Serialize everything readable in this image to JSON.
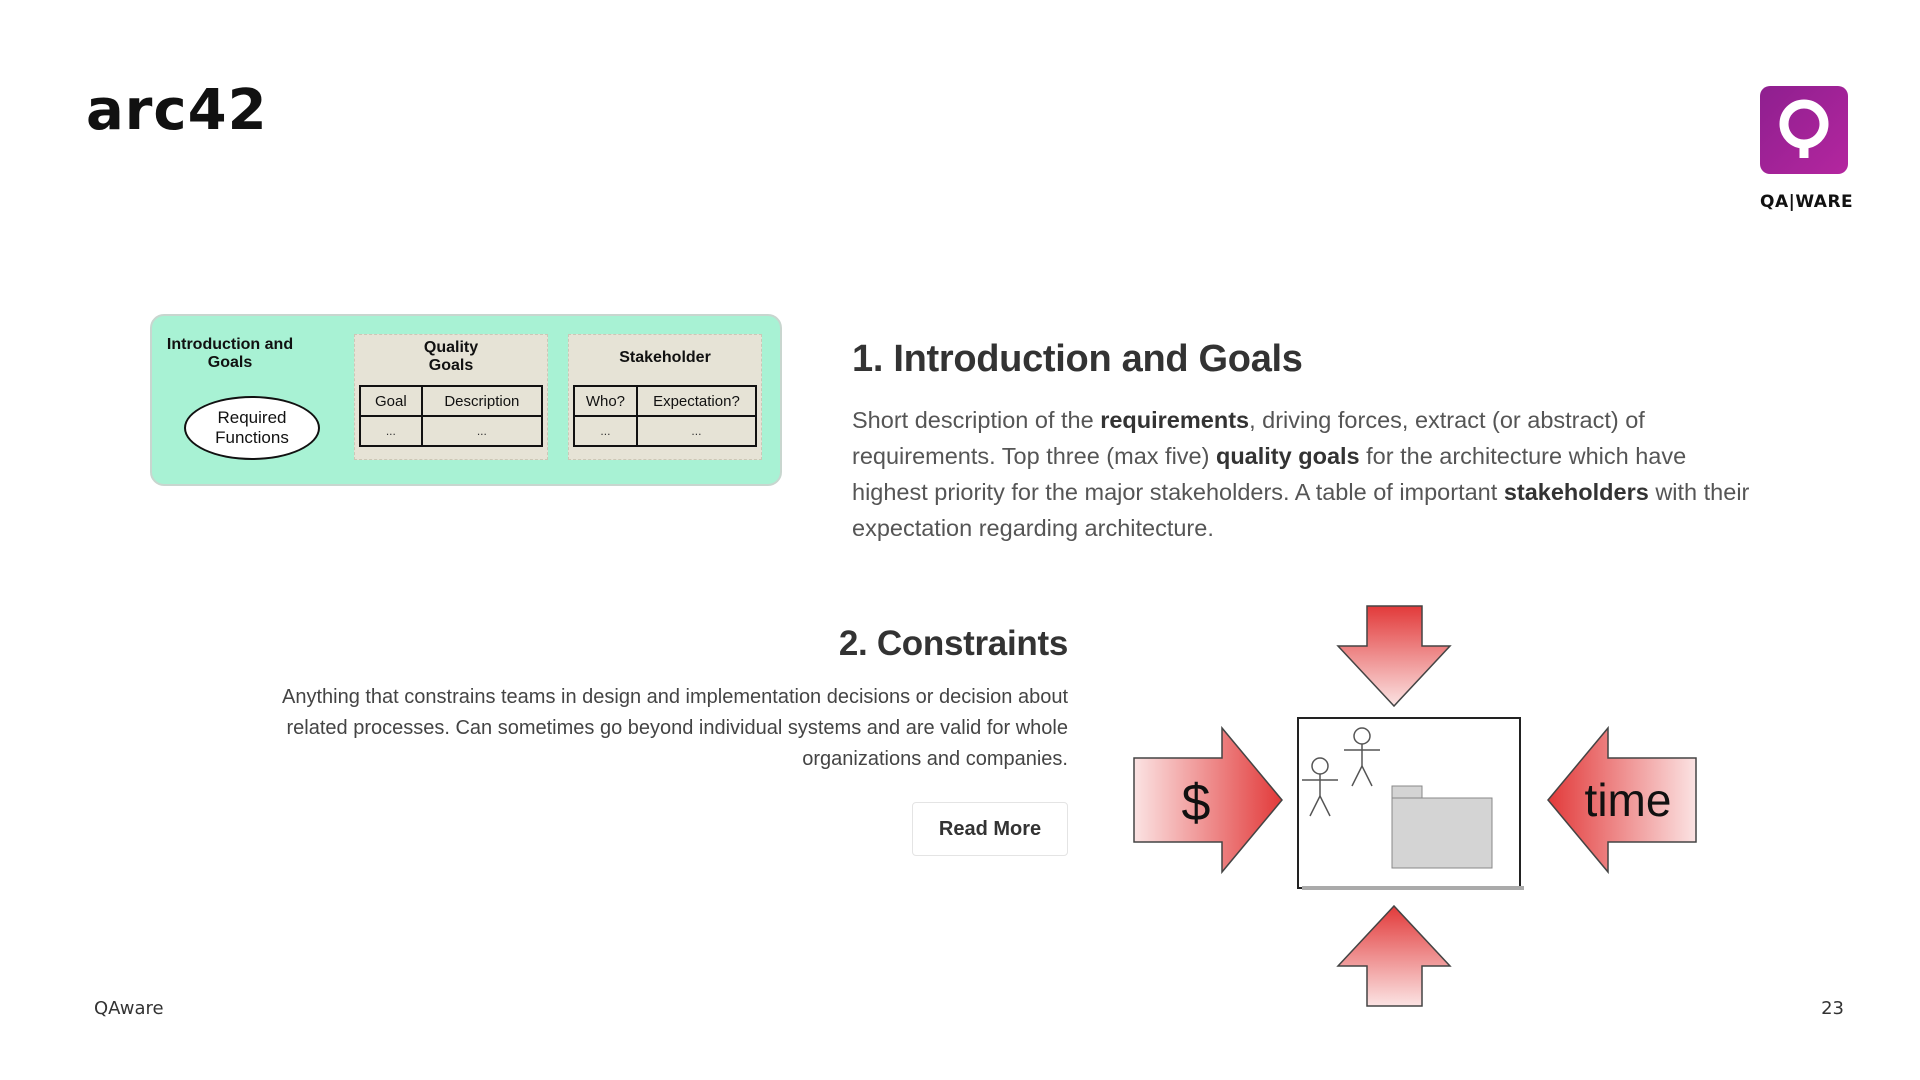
{
  "header": {
    "deck_title": "arc42",
    "logo_text": "QA|WARE"
  },
  "diagram": {
    "intro_label": "Introduction and\nGoals",
    "oval_label": "Required\nFunctions",
    "quality_label": "Quality\nGoals",
    "quality_cols": [
      "Goal",
      "Description"
    ],
    "stakeholder_label": "Stakeholder",
    "stakeholder_cols": [
      "Who?",
      "Expectation?"
    ],
    "placeholder": "..."
  },
  "section1": {
    "title": "1. Introduction and Goals",
    "text_parts": [
      "Short description of the ",
      "requirements",
      ", driving forces, extract (or abstract) of requirements. Top three (max five) ",
      "quality goals",
      " for the architecture which have highest priority for the major stakeholders. A table of important ",
      "stakeholders",
      " with their expectation regarding architecture."
    ]
  },
  "section2": {
    "title": "2. Constraints",
    "text": "Anything that constrains teams in design and implementation decisions or decision about related processes. Can sometimes go beyond individual systems and are valid for whole organizations and companies.",
    "read_more": "Read More"
  },
  "constraints_image": {
    "left_label": "$",
    "right_label": "time",
    "arrow_color": "#e23a3a"
  },
  "footer": {
    "brand": "QAware",
    "page_number": "23"
  },
  "colors": {
    "brand_purple": "#9c2396",
    "diagram_green": "#a8f2d4"
  }
}
